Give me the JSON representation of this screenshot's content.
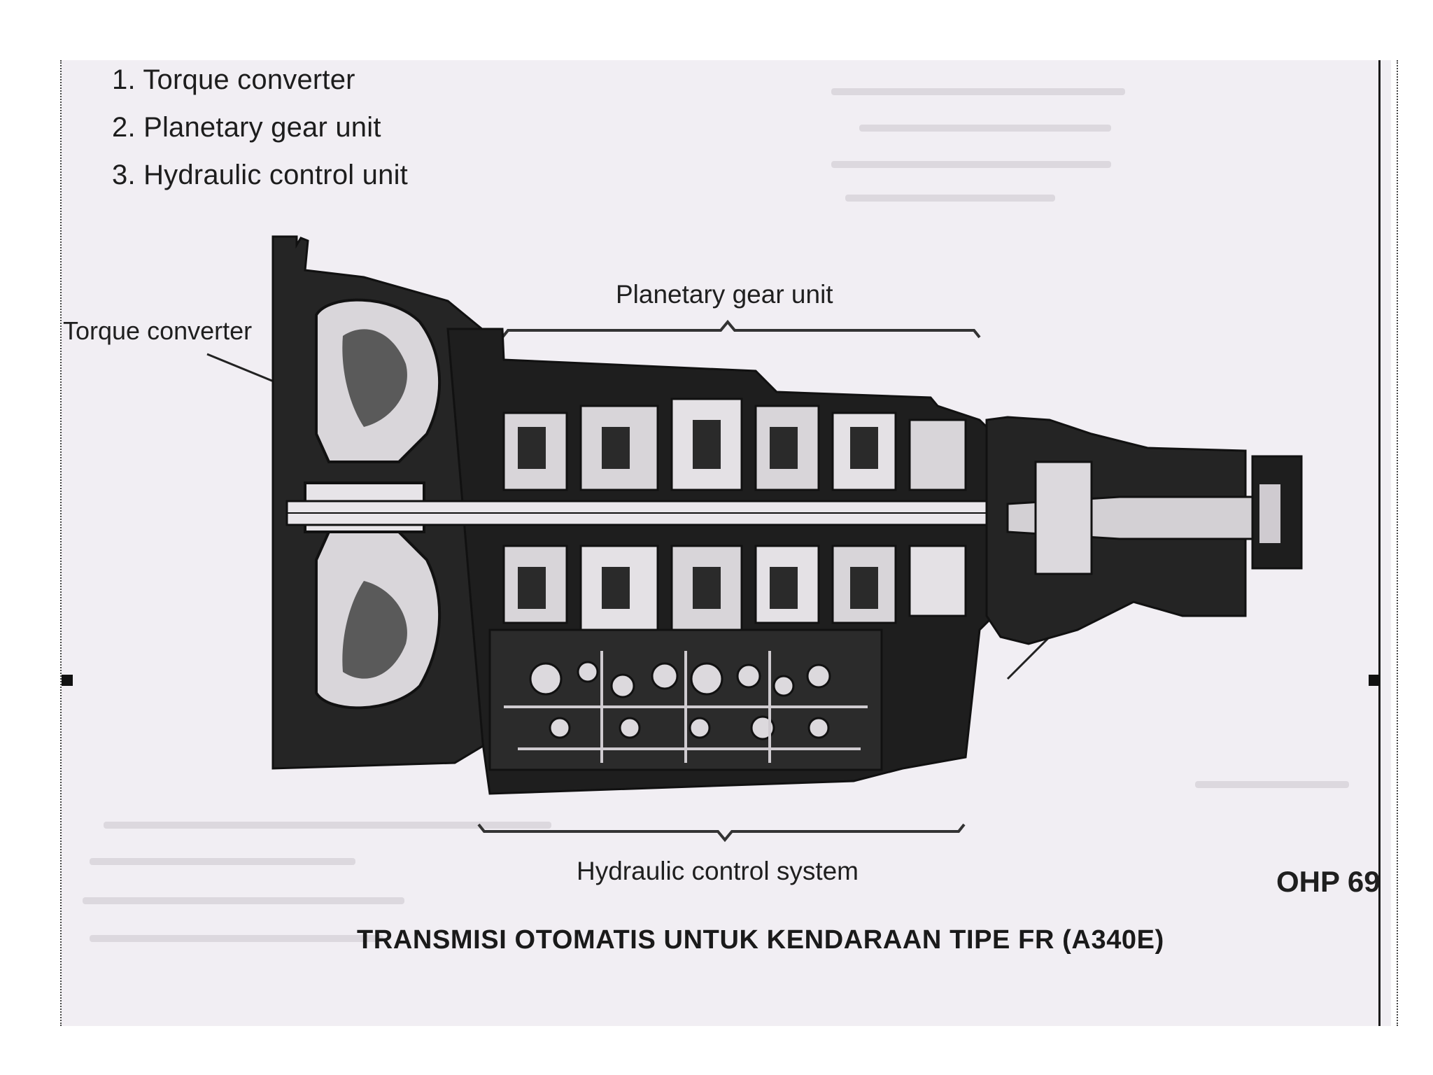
{
  "legend": {
    "items": [
      "1. Torque converter",
      "2. Planetary gear unit",
      "3. Hydraulic control unit"
    ]
  },
  "labels": {
    "torque_converter": "Torque converter",
    "planetary_gear_unit": "Planetary gear unit",
    "hydraulic_control_system": "Hydraulic control system"
  },
  "page_code": "OHP 69",
  "caption": "TRANSMISI OTOMATIS UNTUK KENDARAAN TIPE FR (A340E)",
  "colors": {
    "scan_background": "#f1eef3",
    "ink": "#1a1a1a",
    "mid_gray": "#8a8a8a"
  }
}
